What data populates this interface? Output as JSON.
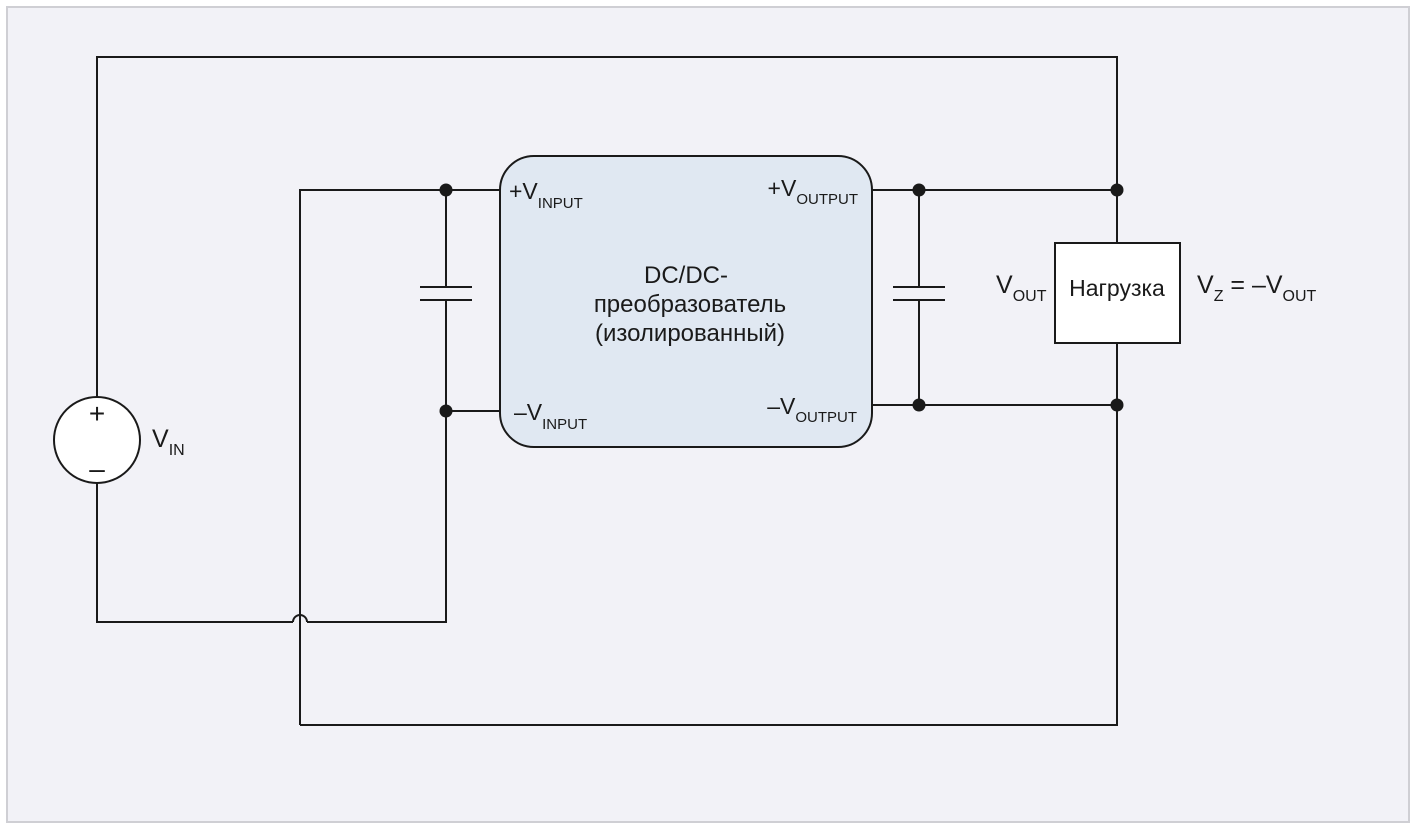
{
  "source": {
    "main": "V",
    "sub": "IN",
    "plus_symbol": "+",
    "minus_symbol": "–"
  },
  "converter": {
    "title_line1": "DC/DC-",
    "title_line2": "преобразователь",
    "title_line3": "(изолированный)",
    "plus_input": {
      "prefix": "+V",
      "sub": "INPUT"
    },
    "minus_input": {
      "prefix": "–V",
      "sub": "INPUT"
    },
    "plus_output": {
      "prefix": "+V",
      "sub": "OUTPUT"
    },
    "minus_output": {
      "prefix": "–V",
      "sub": "OUTPUT"
    }
  },
  "load": {
    "label": "Нагрузка",
    "vout": {
      "main": "V",
      "sub": "OUT"
    },
    "vz": {
      "main": "V",
      "sub_z": "Z",
      "middle": " = –V",
      "sub_out": "OUT"
    }
  },
  "colors": {
    "background": "#f2f2f7",
    "border": "#cfcfd4",
    "converter_fill": "#e0e8f2",
    "load_fill": "#ffffff",
    "line": "#1a1a1a"
  }
}
